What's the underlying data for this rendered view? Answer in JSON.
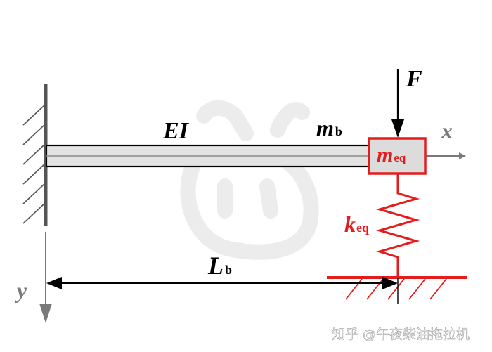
{
  "labels": {
    "stiffness": "EI",
    "beam_mass_main": "m",
    "beam_mass_sub": "b",
    "force": "F",
    "x_axis": "x",
    "y_axis": "y",
    "eq_mass_main": "m",
    "eq_mass_sub": "eq",
    "spring_main": "k",
    "spring_sub": "eq",
    "length_main": "L",
    "length_sub": "b"
  },
  "watermark": "知乎 @午夜柴油拖拉机",
  "colors": {
    "black": "#000000",
    "red": "#e51c1c",
    "gray_axis": "#7a7a7a",
    "beam_fill": "#e3e3e3",
    "mass_fill": "#dcdcdc",
    "watermark": "#eeeeee"
  }
}
